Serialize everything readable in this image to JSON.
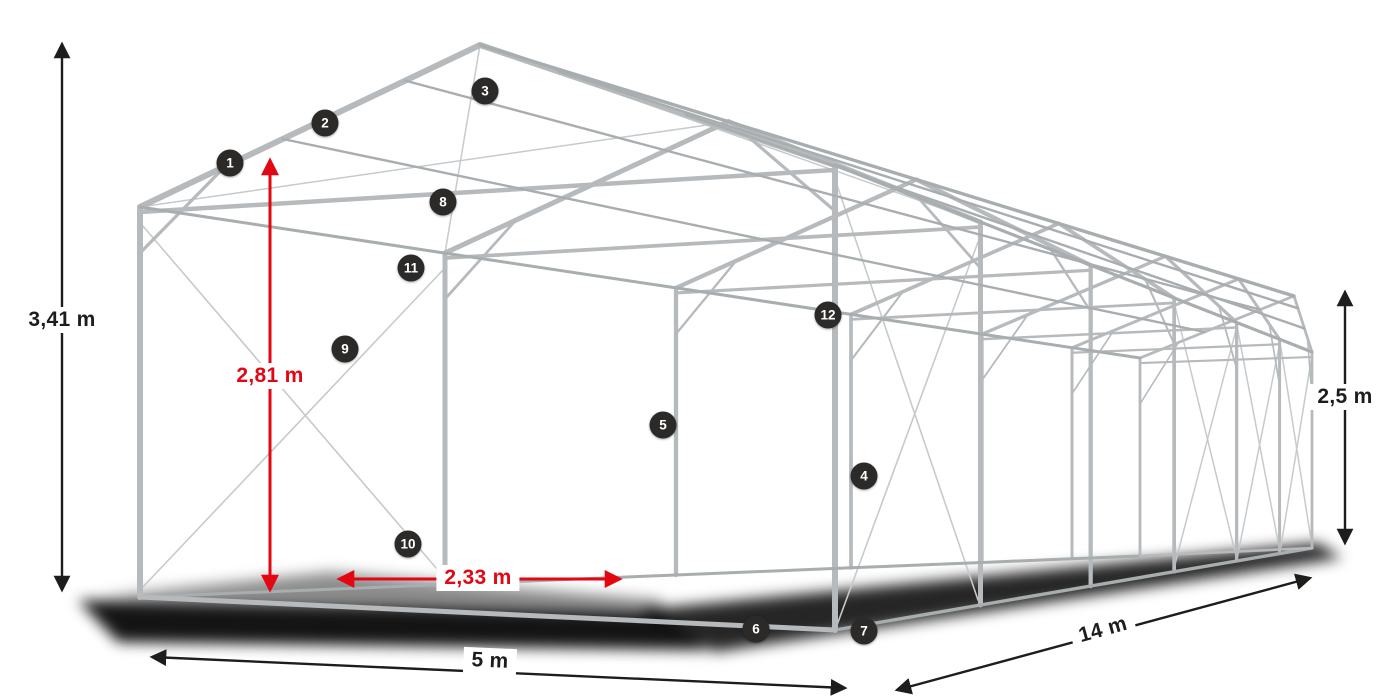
{
  "dimensions": {
    "total_height": "3,41 m",
    "inner_height": "2,81 m",
    "side_height": "2,5 m",
    "bay_spacing": "2,33 m",
    "width": "5 m",
    "length": "14 m"
  },
  "callouts": [
    {
      "label": "1"
    },
    {
      "label": "2"
    },
    {
      "label": "3"
    },
    {
      "label": "4"
    },
    {
      "label": "5"
    },
    {
      "label": "6"
    },
    {
      "label": "7"
    },
    {
      "label": "8"
    },
    {
      "label": "9"
    },
    {
      "label": "10"
    },
    {
      "label": "11"
    },
    {
      "label": "12"
    }
  ],
  "colors": {
    "accent_red": "#e30613",
    "dimension_black": "#1d1d1b",
    "badge_background": "#2b2a29",
    "steel_gray": "#b6babd"
  }
}
